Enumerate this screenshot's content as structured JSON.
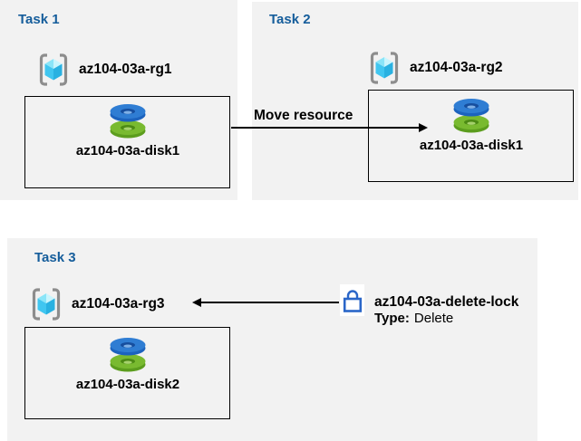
{
  "colors": {
    "panel_bg": "#f2f2f2",
    "task_heading_blue": "#155d9b",
    "box_border": "#000000",
    "arrow": "#000000",
    "lock_blue": "#2a66c8",
    "disk_blue_top": "#2f7dd3",
    "disk_blue_side": "#1c63be",
    "disk_green_top": "#79ba30",
    "disk_green_side": "#5c9d1e",
    "rg_bracket_gray": "#8d8d8d",
    "rg_cube_cyan": "#40c6f0"
  },
  "tasks": [
    {
      "label": "Task 1",
      "resource_group": "az104-03a-rg1",
      "resource": "az104-03a-disk1"
    },
    {
      "label": "Task 2",
      "resource_group": "az104-03a-rg2",
      "resource": "az104-03a-disk1"
    },
    {
      "label": "Task 3",
      "resource_group": "az104-03a-rg3",
      "resource": "az104-03a-disk2"
    }
  ],
  "move_arrow": {
    "label": "Move resource"
  },
  "lock": {
    "name": "az104-03a-delete-lock",
    "type_label": "Type:",
    "type_value": "Delete"
  }
}
